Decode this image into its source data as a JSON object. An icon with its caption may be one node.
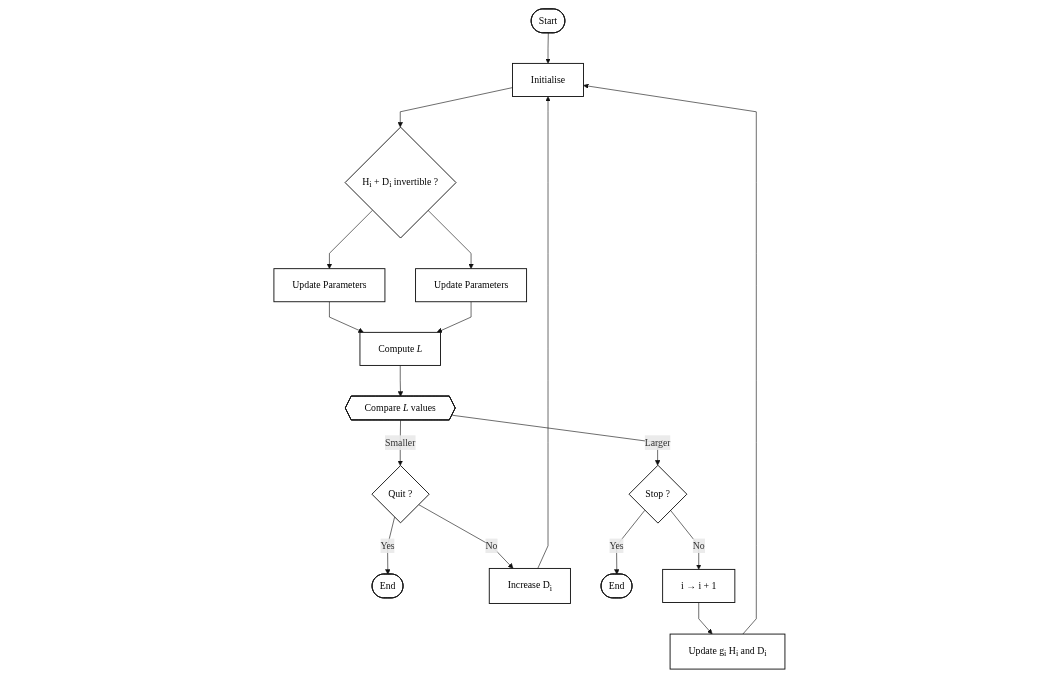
{
  "diagram": {
    "nodes": [
      {
        "text": [
          "Start"
        ]
      },
      {
        "text": [
          "Initialise"
        ]
      },
      {
        "text": [
          "H$_{i}$ + D$_{i}$ invertible ?"
        ]
      },
      {
        "text": [
          "Update Parameters"
        ]
      },
      {
        "text": [
          "Update Parameters"
        ]
      },
      {
        "text": [
          "Compute *L*"
        ]
      },
      {
        "text": [
          "Compare *L* values"
        ]
      },
      {
        "text": [
          "Quit ?"
        ]
      },
      {
        "text": [
          "End"
        ]
      },
      {
        "text": [
          "Increase D$_{i}$"
        ]
      },
      {
        "text": [
          "Stop ?"
        ]
      },
      {
        "text": [
          "End"
        ]
      },
      {
        "text": [
          "i → i + 1"
        ]
      },
      {
        "text": [
          "Update g$_{i}$ H$_{i}$ and D$_{i}$"
        ]
      }
    ],
    "edges": [
      {
        "from": 0,
        "to": 1,
        "arrow": "to"
      },
      {
        "from": 9,
        "to": 1,
        "arrow": "to"
      },
      {
        "from": 13,
        "to": 1,
        "arrow": "to"
      },
      {
        "from": 1,
        "to": 2,
        "arrow": "to"
      },
      {
        "from": 2,
        "to": 3,
        "arrow": "to"
      },
      {
        "from": 2,
        "to": 4,
        "arrow": "to"
      },
      {
        "from": 3,
        "to": 5,
        "arrow": "to"
      },
      {
        "from": 4,
        "to": 5,
        "arrow": "to"
      },
      {
        "from": 5,
        "to": 6,
        "arrow": "to"
      },
      {
        "from": 6,
        "to": 7,
        "label": "Smaller",
        "arrow": "to"
      },
      {
        "from": 6,
        "to": 10,
        "label": "Larger",
        "arrow": "to"
      },
      {
        "from": 7,
        "to": 8,
        "label": "Yes",
        "arrow": "to"
      },
      {
        "from": 7,
        "to": 9,
        "label": "No",
        "arrow": "to"
      },
      {
        "from": 10,
        "to": 11,
        "label": "Yes",
        "arrow": "to"
      },
      {
        "from": 10,
        "to": 12,
        "label": "No",
        "arrow": "to"
      },
      {
        "from": 12,
        "to": 13,
        "arrow": "to"
      }
    ]
  }
}
